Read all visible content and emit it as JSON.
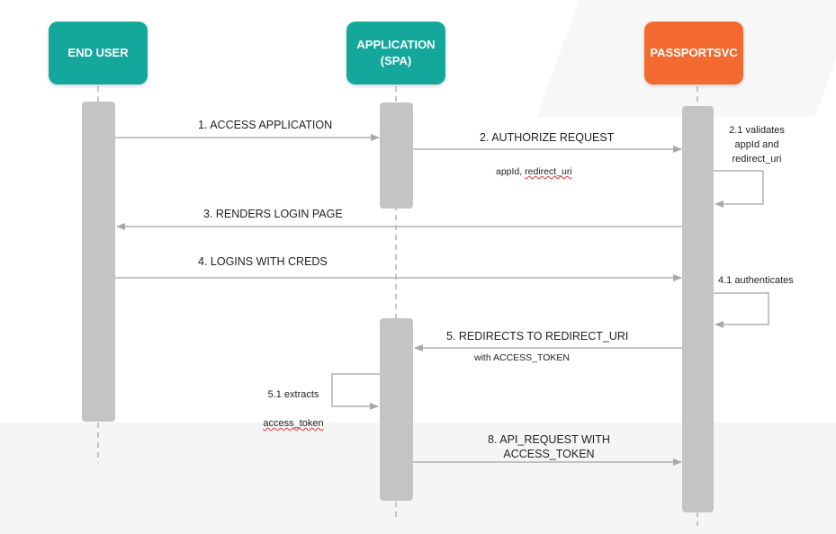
{
  "actors": {
    "end_user": {
      "label": "END USER",
      "color": "#13a89b"
    },
    "application": {
      "label": "APPLICATION\n(SPA)",
      "color": "#13a89b"
    },
    "passportsvc": {
      "label": "PASSPORTSVC",
      "color": "#f26a30"
    }
  },
  "messages": {
    "m1": "1. ACCESS APPLICATION",
    "m2": "2. AUTHORIZE REQUEST",
    "m2_sub_a": "appId, ",
    "m2_sub_b": "redirect_uri",
    "m2_1": "2.1 validates\nappId and\nredirect_uri",
    "m3": "3.  RENDERS LOGIN PAGE",
    "m4": "4.  LOGINS WITH CREDS",
    "m4_1": "4.1 authenticates",
    "m5": "5.  REDIRECTS TO REDIRECT_URI",
    "m5_sub": "with ACCESS_TOKEN",
    "m5_1a": "5.1  extracts",
    "m5_1b": "access_token",
    "m8": "8.  API_REQUEST WITH\nACCESS_TOKEN"
  }
}
